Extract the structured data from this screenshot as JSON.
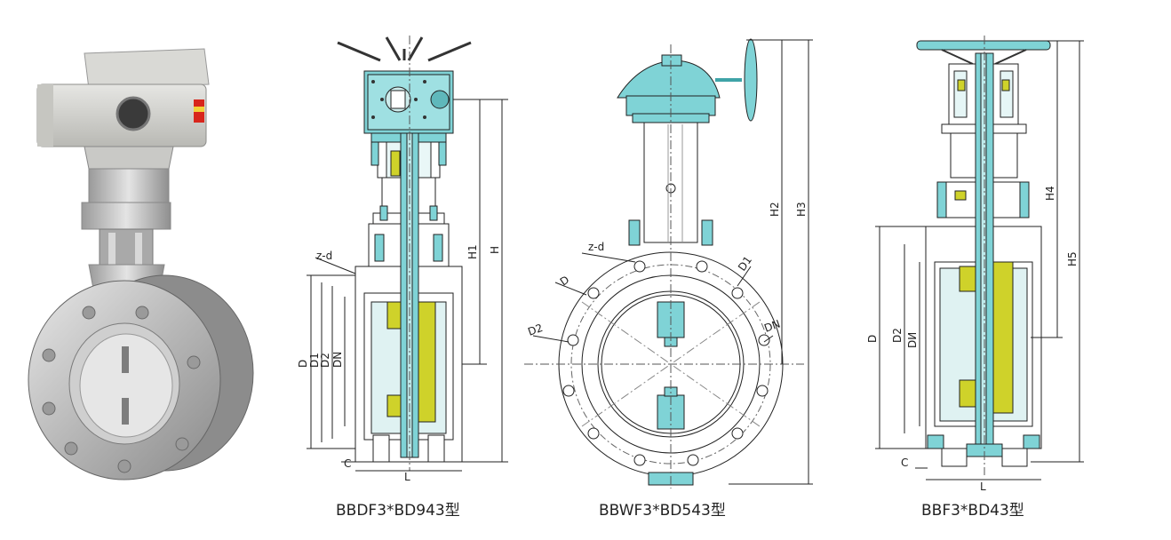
{
  "captions": {
    "model_1": "BBDF3*BD943型",
    "model_2": "BBWF3*BD543型",
    "model_3": "BBF3*BD43型"
  },
  "drawing_1": {
    "zd": "z-d",
    "D": "D",
    "D1": "D1",
    "D2": "D2",
    "DN": "DN",
    "H": "H",
    "H1": "H1",
    "L": "L",
    "C": "C"
  },
  "drawing_2": {
    "zd": "z-d",
    "D": "D",
    "D1": "D1",
    "D2": "D2",
    "DN": "DN",
    "H2": "H2",
    "H3": "H3"
  },
  "drawing_3": {
    "D": "D",
    "D2": "D2",
    "DN": "DИ",
    "H4": "H4",
    "H5": "H5",
    "L": "L",
    "C": "C"
  },
  "colors": {
    "cyan": "#7fd3d6",
    "yellow": "#cfd22a",
    "line": "#222222"
  }
}
